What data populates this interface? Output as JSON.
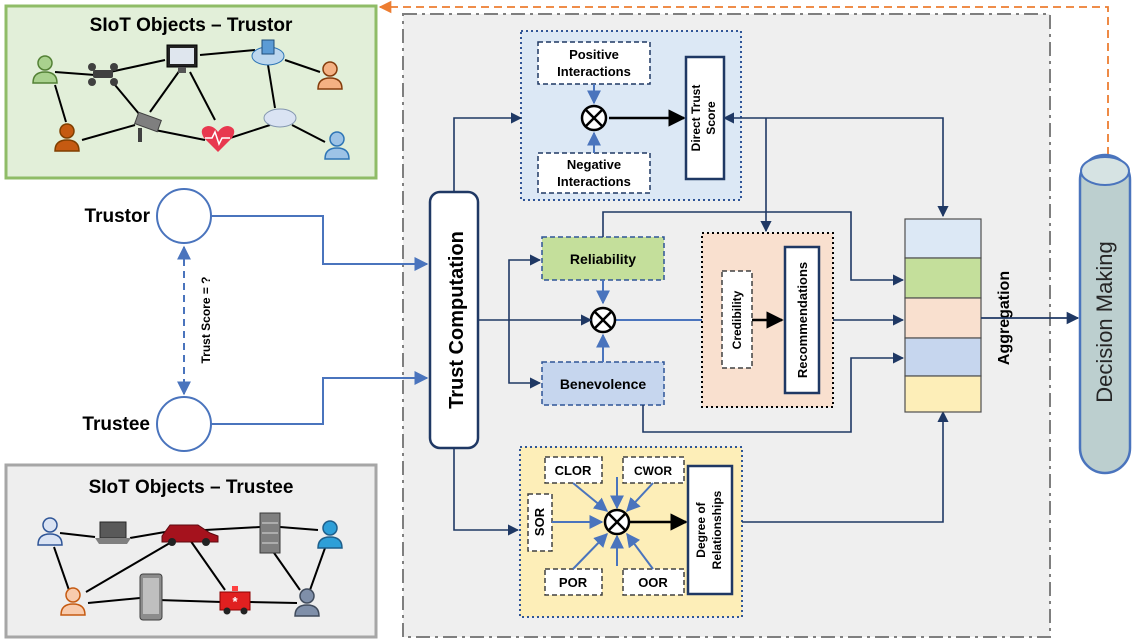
{
  "trustor_panel": {
    "title": "SIoT Objects – Trustor"
  },
  "trustee_panel": {
    "title": "SIoT Objects – Trustee"
  },
  "nodes": {
    "trustor": "Trustor",
    "trustee": "Trustee",
    "trust_score": "Trust Score = ?"
  },
  "trust_computation": "Trust Computation",
  "direct_trust": {
    "positive_line1": "Positive",
    "positive_line2": "Interactions",
    "negative_line1": "Negative",
    "negative_line2": "Interactions",
    "score_line1": "Direct Trust",
    "score_line2": "Score"
  },
  "recommendation_block": {
    "reliability": "Reliability",
    "benevolence": "Benevolence",
    "credibility": "Credibility",
    "recommendations": "Recommendations"
  },
  "relationship_block": {
    "clor": "CLOR",
    "cwor": "CWOR",
    "sor": "SOR",
    "por": "POR",
    "oor": "OOR",
    "degree_line1": "Degree of",
    "degree_line2": "Relationships"
  },
  "aggregation": {
    "label": "Aggregation",
    "segment_colors": [
      "#dce8f5",
      "#c4df9b",
      "#f9e0cf",
      "#c6d6ee",
      "#fdeeb8"
    ]
  },
  "decision_making": "Decision Making",
  "colors": {
    "arrow_blue": "#4a74bd",
    "dark_navy": "#1f3864",
    "trustor_panel_bg": "#e2efd9",
    "trustor_panel_border": "#8fbc67",
    "trustee_panel_bg": "#eeeeee",
    "trustee_panel_border": "#a6a6a6",
    "feedback_orange": "#ed7d31"
  }
}
